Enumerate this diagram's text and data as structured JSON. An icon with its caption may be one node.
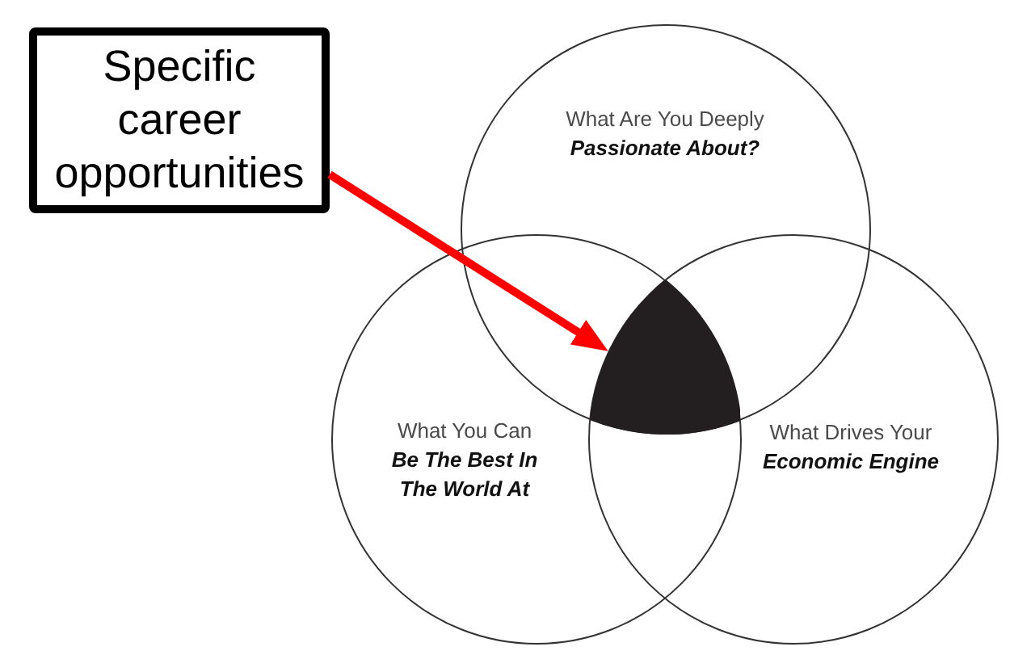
{
  "diagram": {
    "nodes": [
      {
        "text": [
          "Specific career opportunities"
        ]
      },
      {
        "text": [
          "What Are You Deeply",
          "Passionate About?"
        ]
      },
      {
        "text": [
          "What You Can",
          "Be The Best In The World At"
        ]
      },
      {
        "text": [
          "What Drives Your",
          "Economic Engine"
        ]
      },
      {
        "text": [],
        "shape": "triangle"
      }
    ],
    "edges": [
      {
        "from": 0,
        "to": 4,
        "arrow": "to",
        "color": "#ff0000"
      }
    ]
  }
}
